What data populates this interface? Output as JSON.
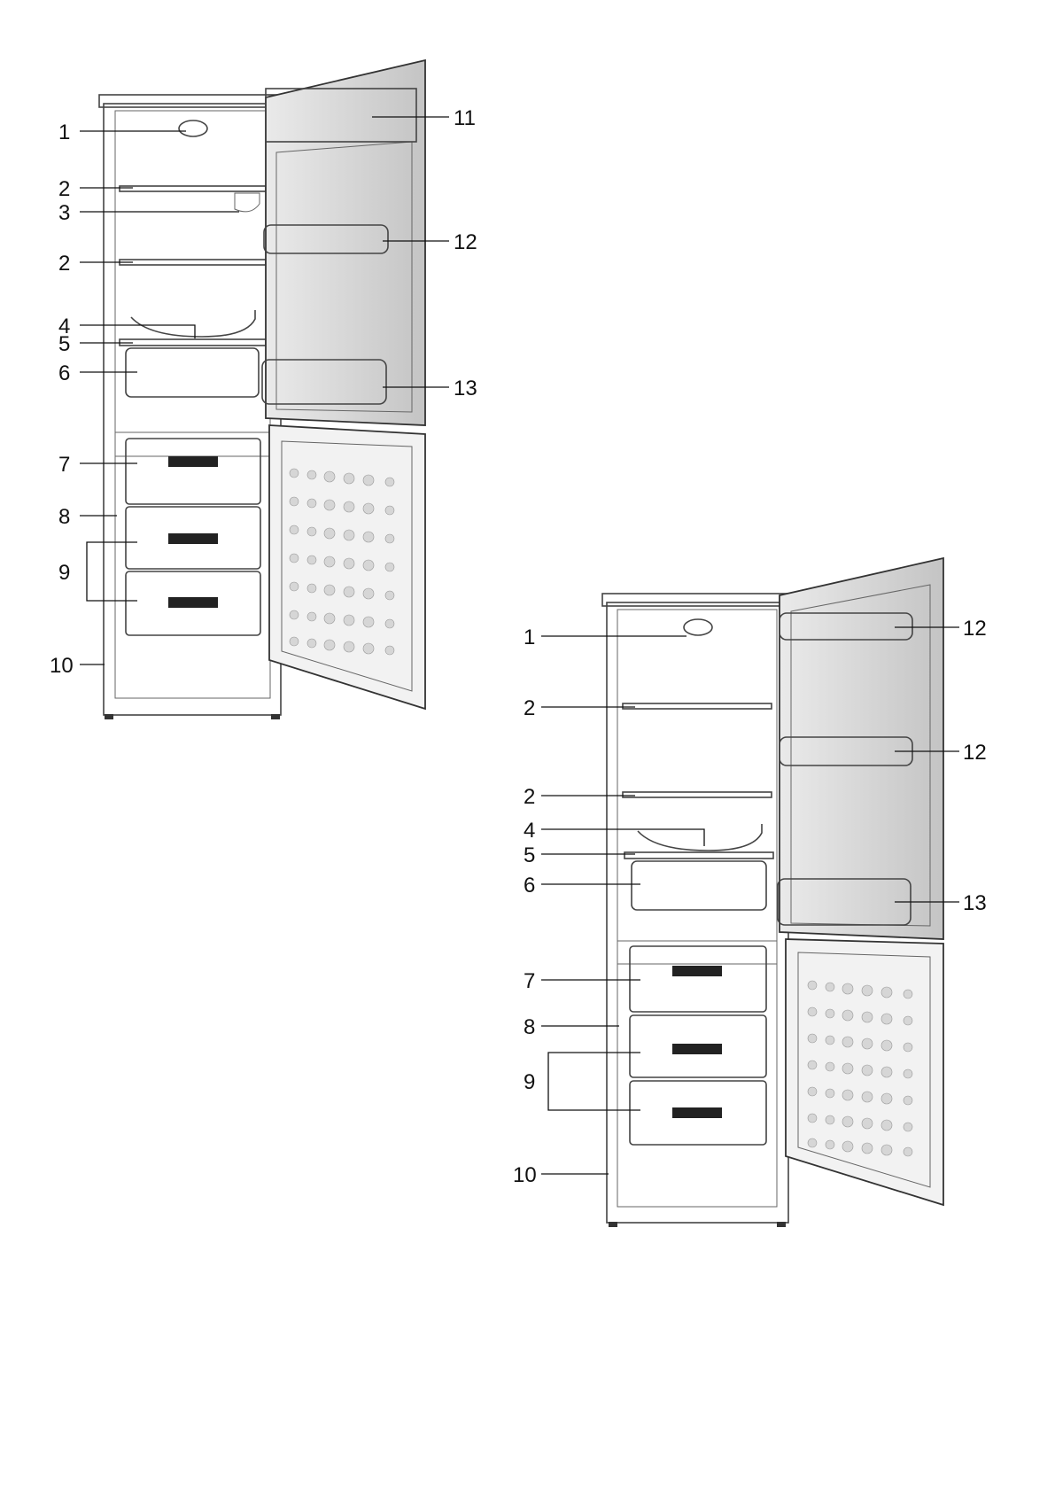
{
  "figures": [
    {
      "callouts_left": [
        "1",
        "2",
        "3",
        "2",
        "4",
        "5",
        "6",
        "7",
        "8",
        "9",
        "10"
      ],
      "callouts_right": [
        "11",
        "12",
        "13"
      ]
    },
    {
      "callouts_left": [
        "1",
        "2",
        "2",
        "4",
        "5",
        "6",
        "7",
        "8",
        "9",
        "10"
      ],
      "callouts_right": [
        "12",
        "12",
        "13"
      ]
    }
  ]
}
